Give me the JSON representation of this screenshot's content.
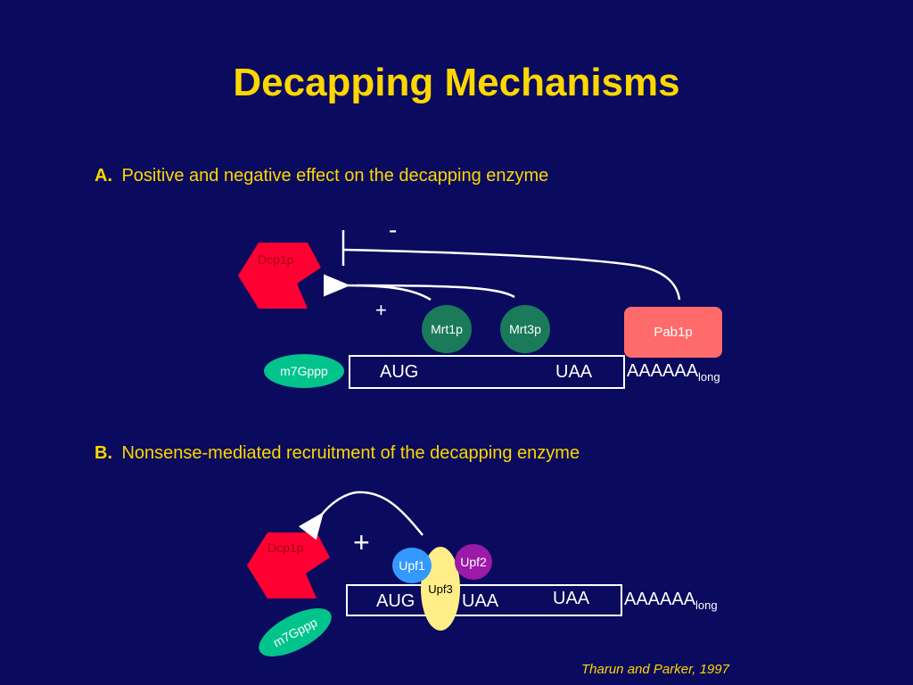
{
  "title": "Decapping Mechanisms",
  "section_a": {
    "letter": "A.",
    "heading": "Positive and negative effect on the decapping enzyme",
    "dcp1p": "Dcp1p",
    "minus": "-",
    "plus": "+",
    "mrt1p": "Mrt1p",
    "mrt3p": "Mrt3p",
    "pab1p": "Pab1p",
    "cap": "m7Gppp",
    "aug": "AUG",
    "uaa": "UAA",
    "poly_a": "AAAAAA",
    "poly_a_sub": "long"
  },
  "section_b": {
    "letter": "B.",
    "heading": "Nonsense-mediated recruitment of the decapping enzyme",
    "dcp1p": "Dcp1p",
    "plus": "+",
    "upf1": "Upf1",
    "upf2": "Upf2",
    "upf3": "Upf3",
    "cap": "m7Gppp",
    "aug": "AUG",
    "uaa_premature": "UAA",
    "uaa": "UAA",
    "poly_a": "AAAAAA",
    "poly_a_sub": "long"
  },
  "citation": "Tharun and Parker, 1997",
  "colors": {
    "background": "#0a0a5e",
    "title": "#ffd700",
    "dcp1p": "#ff0033",
    "mrt": "#1a7a5a",
    "pab1p": "#ff6b6b",
    "cap": "#00c48c",
    "upf1": "#3399ff",
    "upf2": "#9b1aa8",
    "upf3": "#ffee88"
  }
}
